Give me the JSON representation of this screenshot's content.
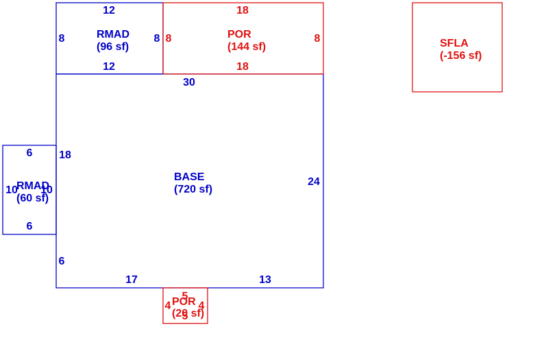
{
  "colors": {
    "blue": "#0000c8",
    "red": "#e01010"
  },
  "areas": {
    "rmad_top": {
      "name": "RMAD",
      "area": "(96 sf)",
      "dims": {
        "top": "12",
        "bottom": "12",
        "left": "8",
        "right": "8"
      }
    },
    "por_top": {
      "name": "POR",
      "area": "(144 sf)",
      "dims": {
        "top": "18",
        "bottom": "18",
        "left": "8",
        "right": "8"
      }
    },
    "sfla": {
      "name": "SFLA",
      "area": "(-156 sf)"
    },
    "base": {
      "name": "BASE",
      "area": "(720 sf)",
      "dims": {
        "top": "30",
        "right": "24",
        "left_upper": "18",
        "left_lower": "6",
        "bottom_left": "17",
        "bottom_right": "13"
      }
    },
    "rmad_left": {
      "name": "RMAD",
      "area": "(60 sf)",
      "dims": {
        "top": "6",
        "bottom": "6",
        "left": "10",
        "right": "10"
      }
    },
    "por_bottom": {
      "name": "POR",
      "area": "(20 sf)",
      "dims": {
        "top": "5",
        "bottom": "5",
        "left": "4",
        "right": "4"
      }
    }
  }
}
